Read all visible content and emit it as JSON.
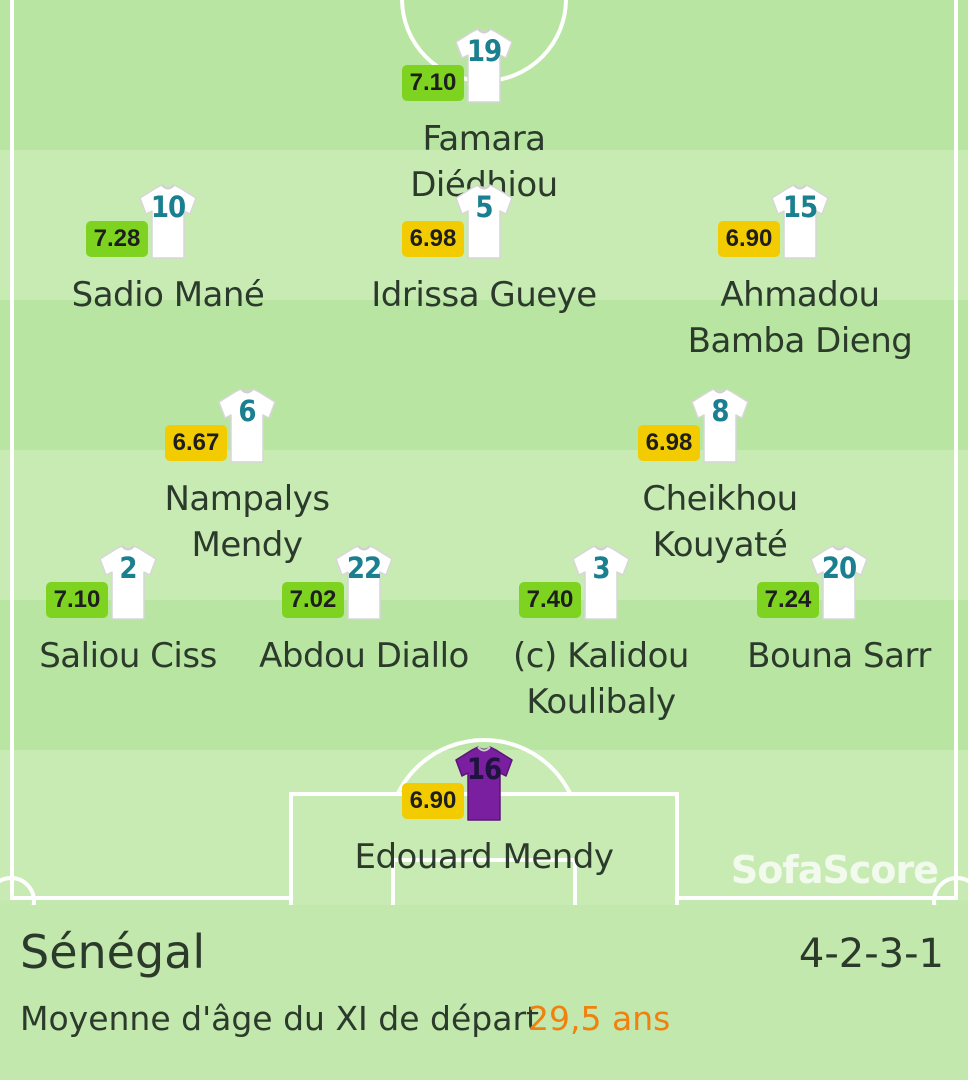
{
  "players": [
    {
      "number": "19",
      "rating": "7.10",
      "rating_level": "green",
      "name": "Famara Diédhiou",
      "is_gk": false
    },
    {
      "number": "10",
      "rating": "7.28",
      "rating_level": "green",
      "name": "Sadio Mané",
      "is_gk": false
    },
    {
      "number": "5",
      "rating": "6.98",
      "rating_level": "yellow",
      "name": "Idrissa Gueye",
      "is_gk": false
    },
    {
      "number": "15",
      "rating": "6.90",
      "rating_level": "yellow",
      "name": "Ahmadou Bamba Dieng",
      "is_gk": false
    },
    {
      "number": "6",
      "rating": "6.67",
      "rating_level": "yellow",
      "name": "Nampalys Mendy",
      "is_gk": false
    },
    {
      "number": "8",
      "rating": "6.98",
      "rating_level": "yellow",
      "name": "Cheikhou Kouyaté",
      "is_gk": false
    },
    {
      "number": "2",
      "rating": "7.10",
      "rating_level": "green",
      "name": "Saliou Ciss",
      "is_gk": false
    },
    {
      "number": "22",
      "rating": "7.02",
      "rating_level": "green",
      "name": "Abdou Diallo",
      "is_gk": false
    },
    {
      "number": "3",
      "rating": "7.40",
      "rating_level": "green",
      "name": "(c) Kalidou Koulibaly",
      "is_gk": false
    },
    {
      "number": "20",
      "rating": "7.24",
      "rating_level": "green",
      "name": "Bouna Sarr",
      "is_gk": false
    },
    {
      "number": "16",
      "rating": "6.90",
      "rating_level": "yellow",
      "name": "Edouard Mendy",
      "is_gk": true
    }
  ],
  "colors": {
    "rating_green": "#7ed321",
    "rating_yellow": "#f2cc00",
    "shirt_outfield": "#ffffff",
    "shirt_goalkeeper": "#7a1fa0",
    "shirt_number": "#1a7f8e",
    "avg_value": "#f0810f"
  },
  "watermark": "SofaScore",
  "footer": {
    "team": "Sénégal",
    "formation": "4-2-3-1",
    "avg_age_label": "Moyenne d'âge du XI de départ",
    "avg_age_value": "29,5 ans"
  }
}
